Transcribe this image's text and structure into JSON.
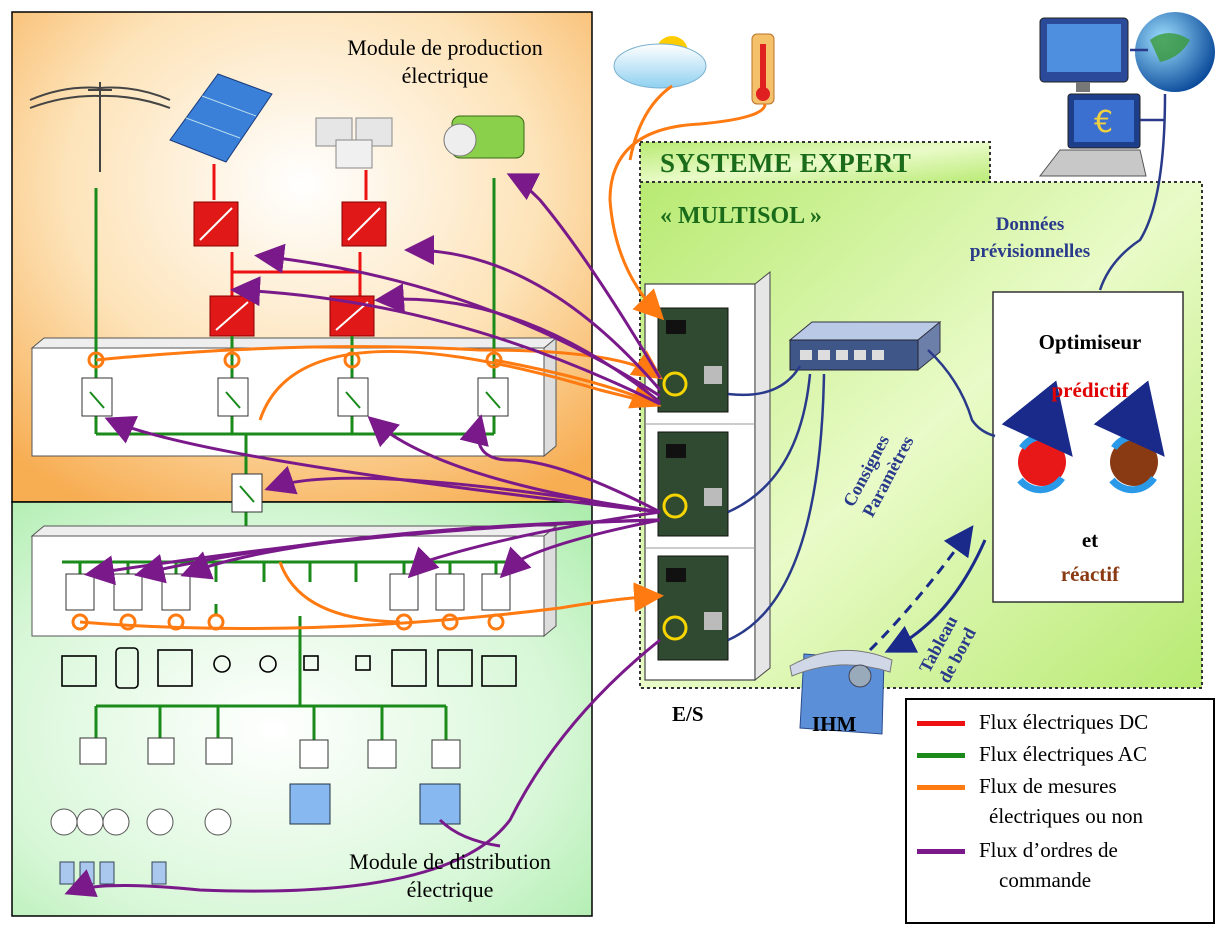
{
  "production_module": {
    "title_line1": "Module de production",
    "title_line2": "électrique"
  },
  "distribution_module": {
    "title_line1": "Module de distribution",
    "title_line2": "électrique"
  },
  "expert_system": {
    "title": "SYSTEME EXPERT",
    "subtitle": "« MULTISOL »",
    "forecast_line1": "Données",
    "forecast_line2": "prévisionnelles",
    "optimizer": "Optimiseur",
    "predictive": "prédictif",
    "and": "et",
    "reactive": "réactif"
  },
  "io_label": "E/S",
  "hmi_label": "IHM",
  "arrows": {
    "setpoints_line1": "Consignes",
    "setpoints_line2": "Paramètres",
    "dashboard_line1": "Tableau",
    "dashboard_line2": "de bord"
  },
  "legend": {
    "items": [
      {
        "label": "Flux électriques DC",
        "color": "#ee1111"
      },
      {
        "label": "Flux électriques AC",
        "color": "#1a8a1a"
      },
      {
        "label_line1": "Flux de mesures",
        "label_line2": "électriques ou non",
        "color": "#ff7a10"
      },
      {
        "label_line1": "Flux d’ordres de",
        "label_line2": "commande",
        "color": "#7a1a8a"
      }
    ]
  },
  "colors": {
    "dc": "#ee1111",
    "ac": "#1a8a1a",
    "measure": "#ff7a10",
    "command": "#7a1a8a",
    "network": "#2a3a8a",
    "expert_green": "#c8f08a",
    "production_orange": "#f9b860"
  }
}
